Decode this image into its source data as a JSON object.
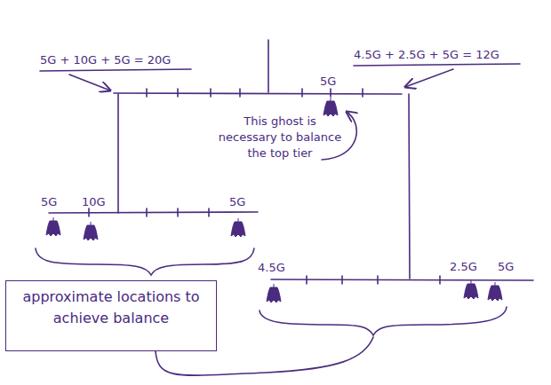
{
  "diagram": {
    "nodes": [
      {
        "text": [
          "approximate locations to achieve balance"
        ]
      }
    ],
    "labels": [
      "5G + 10G + 5G = 20G",
      "4.5G + 2.5G + 5G = 12G",
      "5G",
      "This ghost is necessary to balance the top tier",
      "5G",
      "10G",
      "5G",
      "4.5G",
      "2.5G",
      "5G"
    ]
  }
}
